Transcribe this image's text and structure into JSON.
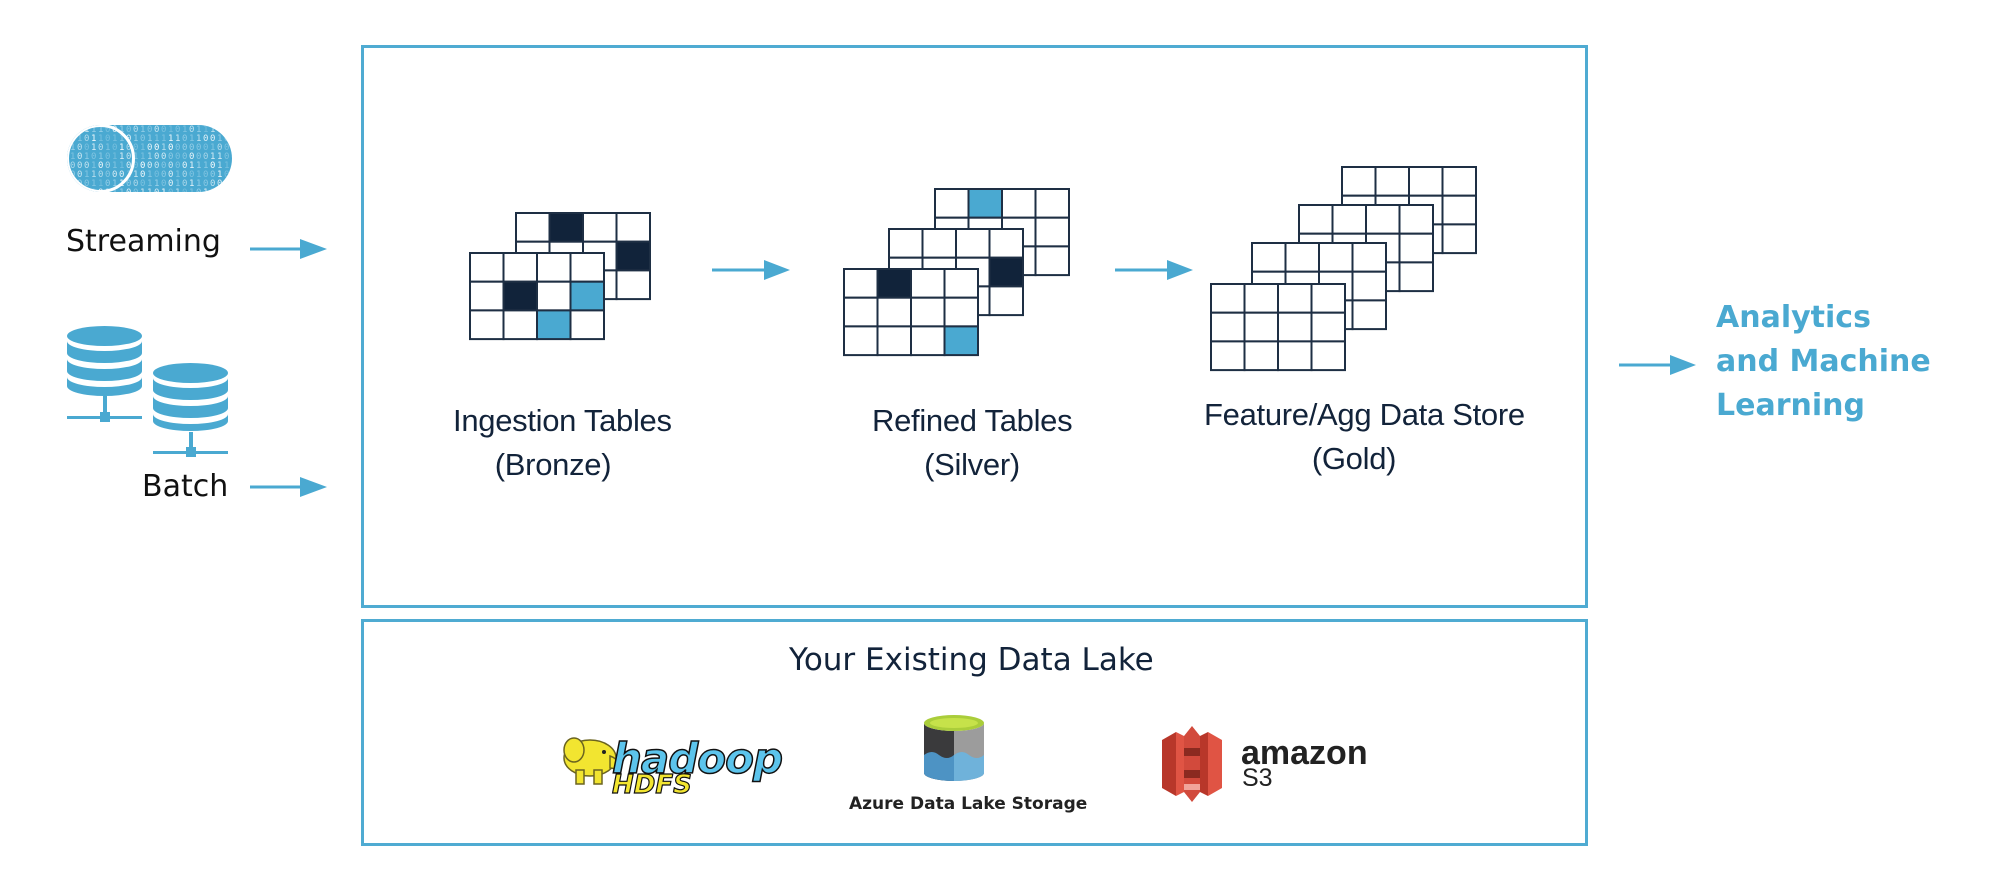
{
  "diagram": {
    "colors": {
      "accent": "#4aa9d1",
      "dark_cell": "#11233a",
      "grid_line": "#1e2f44",
      "text_dark": "#12233a"
    },
    "sources": [
      {
        "label": "Streaming",
        "icon": "binary-stream-icon"
      },
      {
        "label": "Batch",
        "icon": "database-servers-icon"
      }
    ],
    "stages": [
      {
        "title": "Ingestion Tables",
        "subtitle": "(Bronze)",
        "icon": "stacked-tables-icon"
      },
      {
        "title": "Refined Tables",
        "subtitle": "(Silver)",
        "icon": "stacked-tables-icon"
      },
      {
        "title": "Feature/Agg Data Store",
        "subtitle": "(Gold)",
        "icon": "stacked-tables-icon"
      }
    ],
    "output": {
      "lines": [
        "Analytics",
        "and Machine",
        "Learning"
      ]
    },
    "data_lake": {
      "title": "Your Existing Data Lake",
      "logos": [
        {
          "name": "hadoop",
          "text": "hadoop",
          "subtext": "HDFS"
        },
        {
          "name": "azure-data-lake-storage",
          "caption": "Azure Data Lake Storage"
        },
        {
          "name": "amazon-s3",
          "text": "amazon",
          "subtext": "S3"
        }
      ]
    }
  }
}
